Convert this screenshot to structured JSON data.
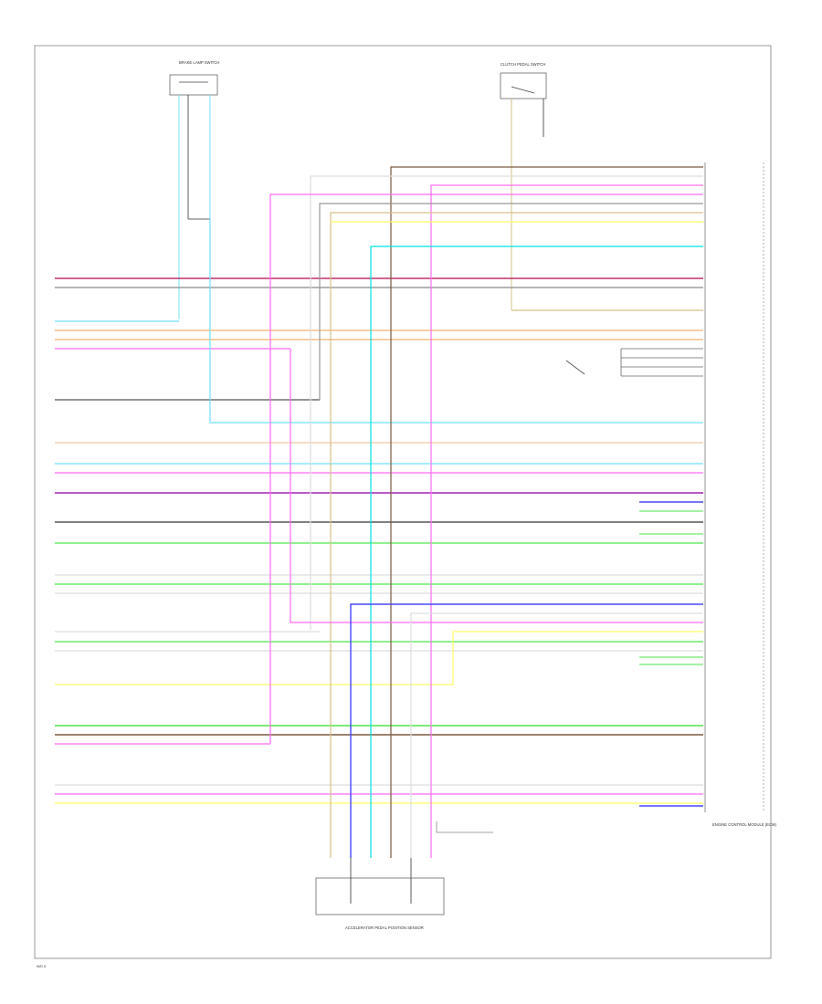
{
  "labels": {
    "brake_switch_title": "BRAKE LAMP SWITCH",
    "pedal_switch_title": "CLUTCH PEDAL SWITCH",
    "accel_pedal_title": "ACCELERATOR PEDAL POSITION SENSOR",
    "ecm_title": "ENGINE CONTROL MODULE (ECM)",
    "page_code": "W/D 6"
  },
  "wire_colors": {
    "red_violet": "#c0306a",
    "gray": "#9e9e9e",
    "light_blue": "#6fe0ff",
    "orange": "#ffb070",
    "pink": "#ff6cf4",
    "brown": "#7a5a40",
    "tan": "#d6c08a",
    "yellow": "#ffff66",
    "green": "#4ce64c",
    "blue": "#4848ff",
    "cyan": "#00e0e0",
    "dark_gray": "#555555",
    "peach": "#f2c9a0"
  }
}
